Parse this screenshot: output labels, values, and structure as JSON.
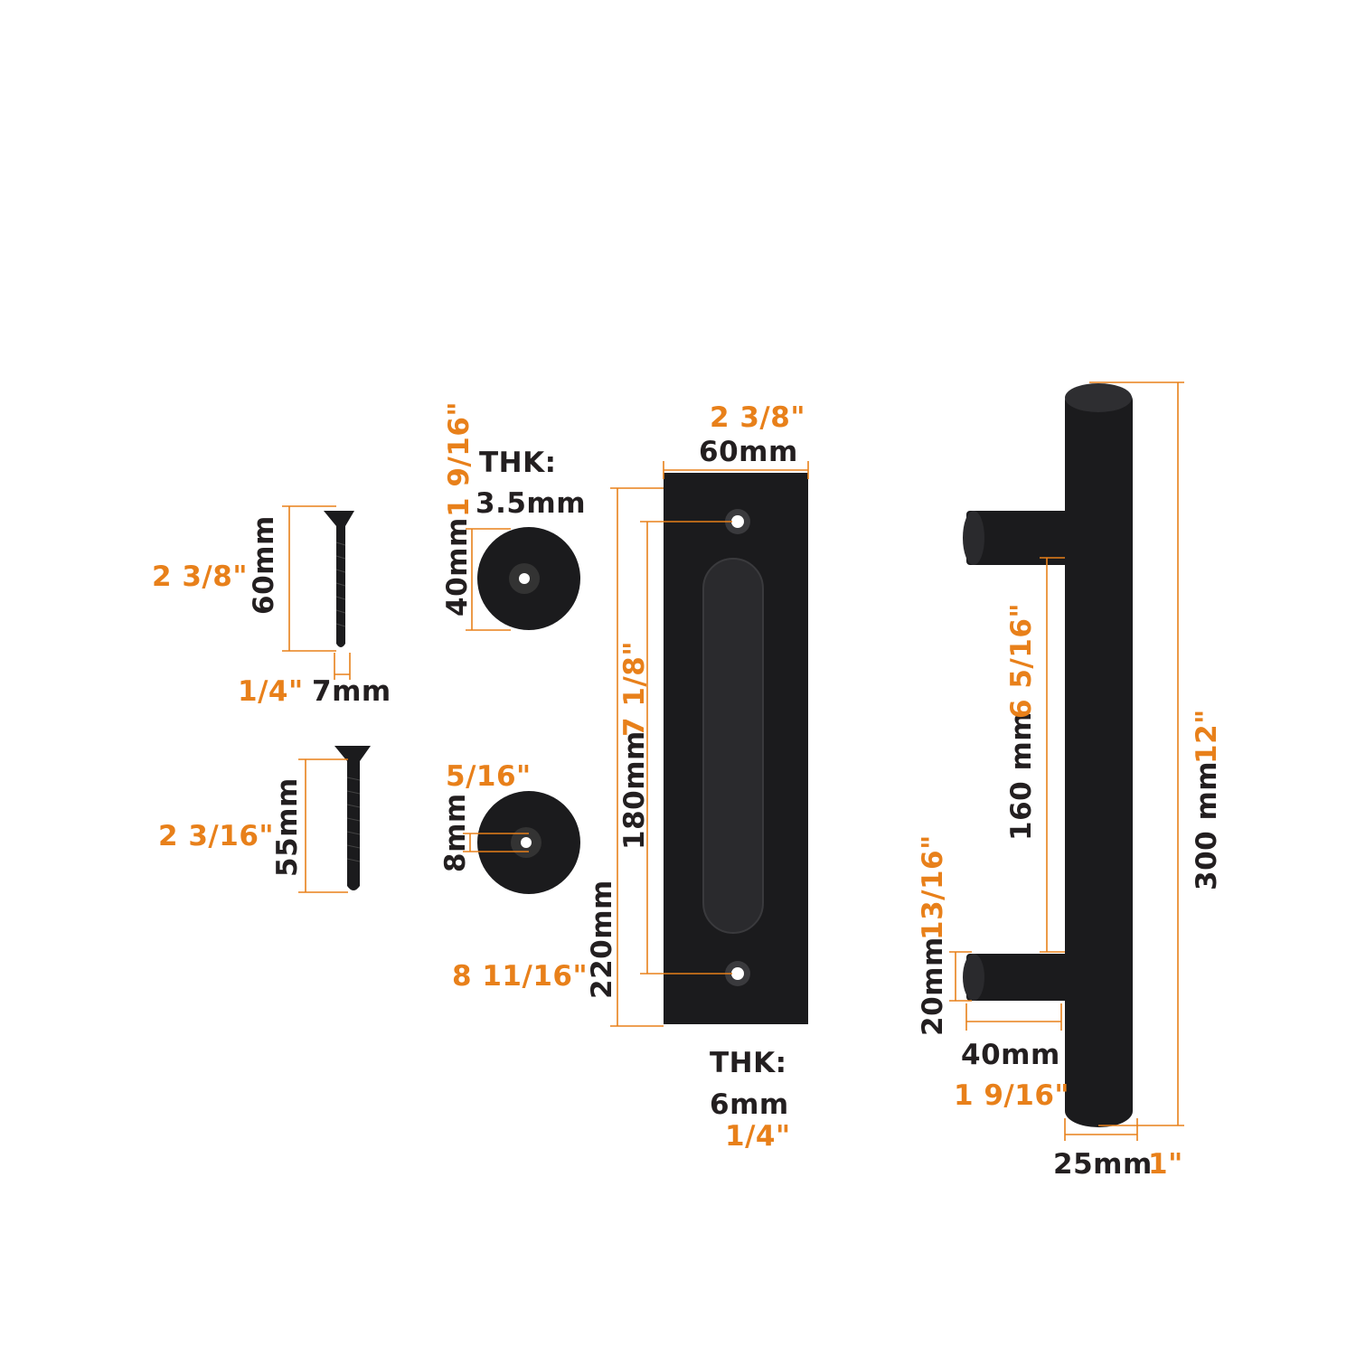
{
  "colors": {
    "dimension_line": "#e8801a",
    "imperial_text": "#e8801a",
    "metric_text": "#231f20",
    "hardware": "#1b1b1d",
    "background": "#ffffff"
  },
  "screw_long": {
    "length_metric": "60mm",
    "length_imperial": "2 3/8\"",
    "diameter_metric": "7mm",
    "diameter_imperial": "1/4\""
  },
  "screw_short": {
    "length_metric": "55mm",
    "length_imperial": "2 3/16\""
  },
  "washer_top": {
    "thickness_label": "THK:",
    "thickness_metric": "3.5mm",
    "diameter_metric": "40mm",
    "diameter_imperial": "1 9/16\""
  },
  "washer_bottom": {
    "hole_metric": "8mm",
    "hole_imperial": "5/16\""
  },
  "plate": {
    "width_imperial": "2 3/8\"",
    "width_metric": "60mm",
    "hole_spacing_metric": "180mm",
    "hole_spacing_imperial": "7 1/8\"",
    "height_metric": "220mm",
    "height_imperial": "8 11/16\"",
    "thickness_label": "THK:",
    "thickness_metric": "6mm",
    "thickness_imperial": "1/4\""
  },
  "handle": {
    "center_metric": "160 mm",
    "center_imperial": "6 5/16\"",
    "length_metric": "300 mm",
    "length_imperial": "12\"",
    "post_dia_metric": "20mm",
    "post_dia_imperial": "13/16\"",
    "projection_metric": "40mm",
    "projection_imperial": "1 9/16\"",
    "bar_dia_metric": "25mm",
    "bar_dia_imperial": "1\""
  }
}
